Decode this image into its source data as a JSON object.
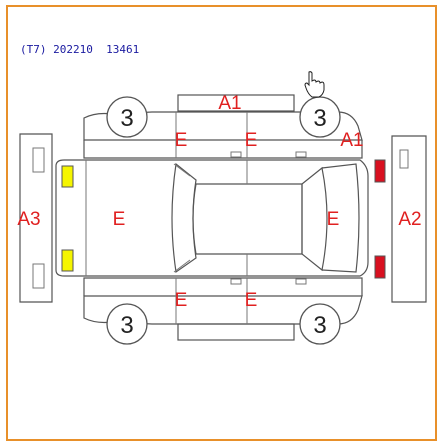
{
  "header": {
    "code": "(T7)",
    "date": "202210",
    "number": "13461"
  },
  "colors": {
    "frame_border": "#e8902a",
    "header_text": "#1a1aa0",
    "damage_label": "#e02020",
    "front_lamp": "#f5f500",
    "rear_lamp": "#d81020",
    "line": "#555555"
  },
  "labels": {
    "a1_roof": "A1",
    "a1_front_right": "A1",
    "a2": "A2",
    "a3": "A3",
    "e_hood": "E",
    "e_trunk": "E",
    "e_top_front_door": "E",
    "e_top_rear_door": "E",
    "e_bottom_front_door": "E",
    "e_bottom_rear_door": "E",
    "grade_top_left": "3",
    "grade_top_right": "3",
    "grade_bottom_left": "3",
    "grade_bottom_right": "3"
  },
  "icons": {
    "cursor": "hand-pointer-icon"
  }
}
